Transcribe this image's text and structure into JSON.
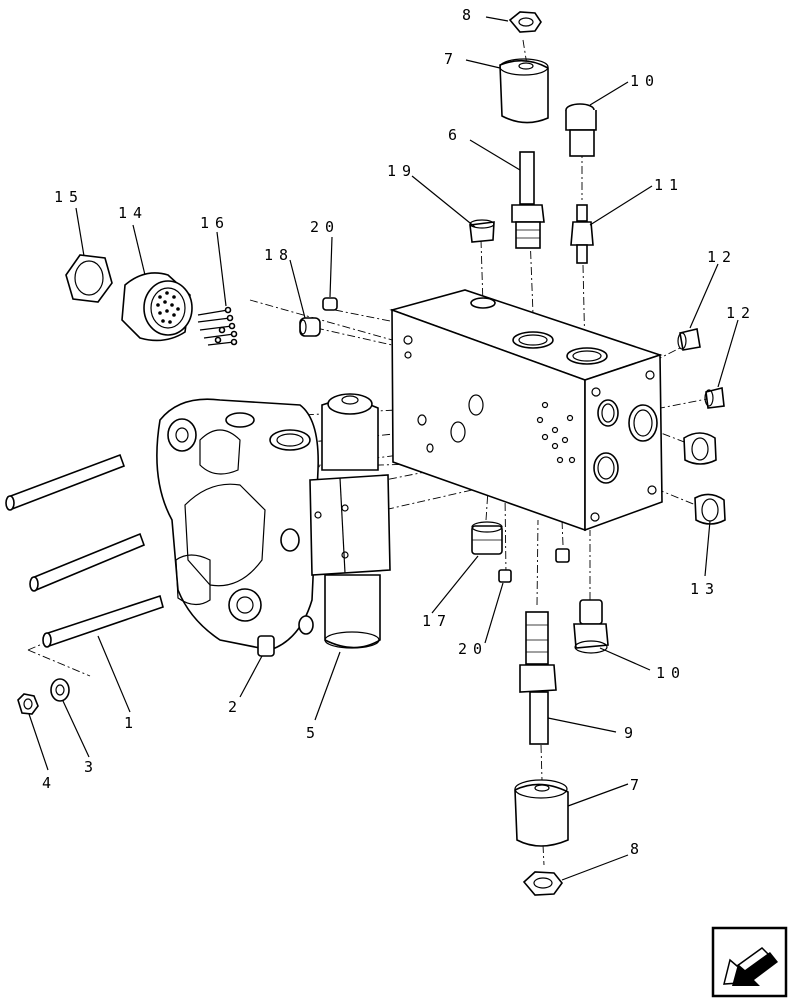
{
  "callouts": {
    "c1": "1",
    "c2": "2",
    "c3": "3",
    "c4": "4",
    "c5": "5",
    "c6": "6",
    "c7a": "7",
    "c7b": "7",
    "c8a": "8",
    "c8b": "8",
    "c9": "9",
    "c10a": "10",
    "c10b": "10",
    "c11": "11",
    "c12a": "12",
    "c12b": "12",
    "c13": "13",
    "c14": "14",
    "c15": "15",
    "c16": "16",
    "c17": "17",
    "c18": "18",
    "c19": "19",
    "c20a": "20",
    "c20b": "20"
  },
  "nav": {
    "icon": "previous-page-arrow-icon"
  }
}
